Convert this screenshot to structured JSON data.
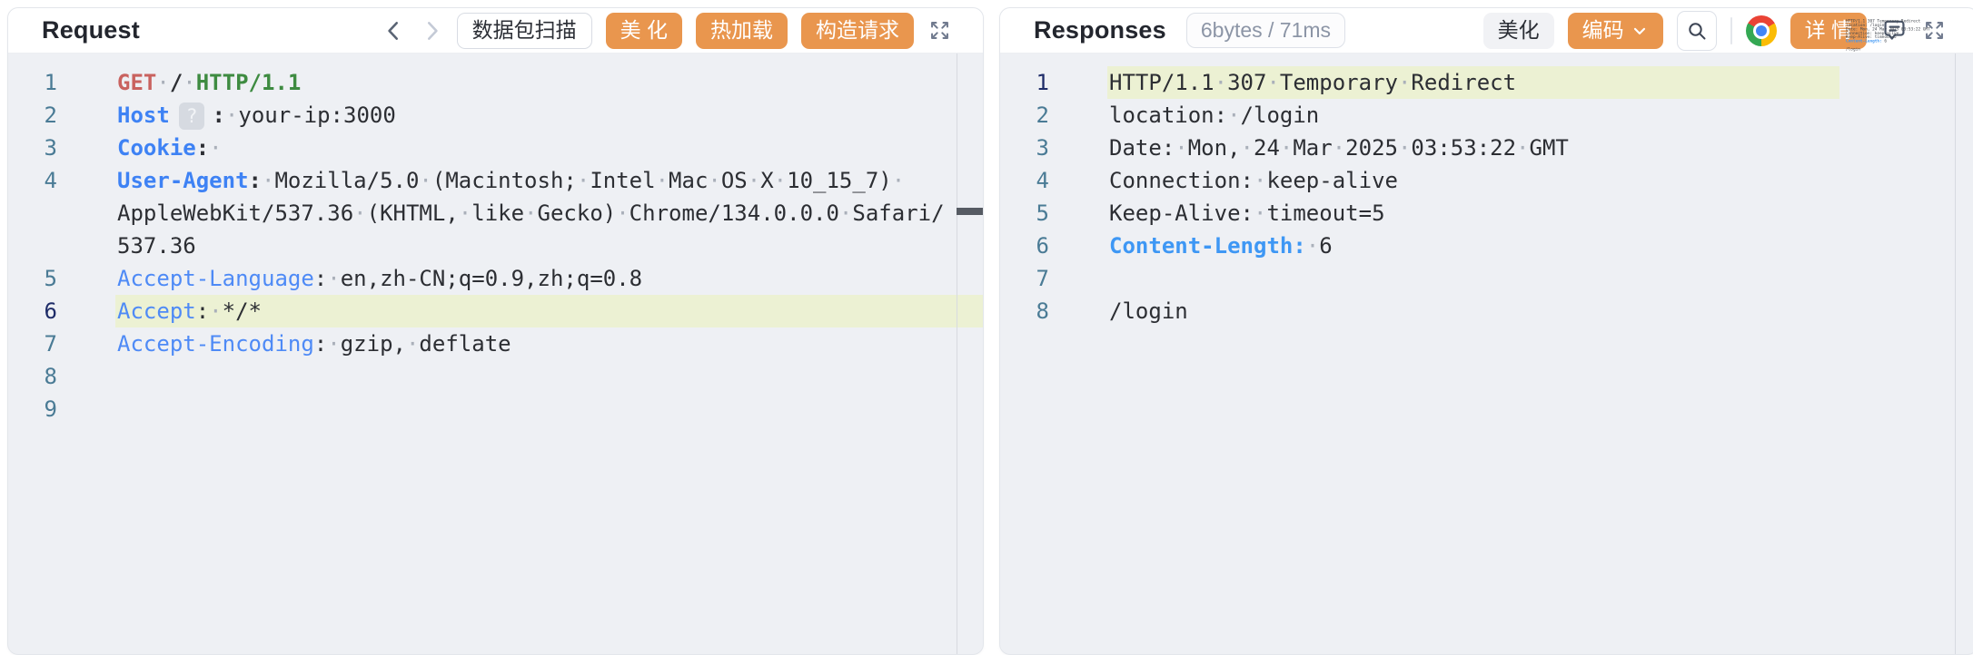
{
  "left_panel": {
    "title": "Request",
    "toolbar": {
      "scan_label": "数据包扫描",
      "beautify_label": "美 化",
      "hot_reload_label": "热加载",
      "construct_label": "构造请求"
    },
    "code": {
      "lines": [
        {
          "n": "1",
          "tokens": [
            {
              "c": "m",
              "t": "GET"
            },
            {
              "c": "p",
              "t": " "
            },
            {
              "c": "pb",
              "t": "/"
            },
            {
              "c": "p",
              "t": " "
            },
            {
              "c": "v",
              "t": "HTTP/1.1"
            }
          ]
        },
        {
          "n": "2",
          "tokens": [
            {
              "c": "kb",
              "t": "Host"
            },
            {
              "c": "q",
              "t": "?"
            },
            {
              "c": "pb",
              "t": ":"
            },
            {
              "c": "p",
              "t": " your-ip:3000"
            }
          ]
        },
        {
          "n": "3",
          "tokens": [
            {
              "c": "kb",
              "t": "Cookie"
            },
            {
              "c": "pb",
              "t": ":"
            },
            {
              "c": "p",
              "t": " "
            }
          ]
        },
        {
          "n": "4",
          "tokens": [
            {
              "c": "kb",
              "t": "User-Agent"
            },
            {
              "c": "pb",
              "t": ":"
            },
            {
              "c": "p",
              "t": " Mozilla/5.0 (Macintosh; Intel Mac OS X 10_15_7) AppleWebKit/537.36 (KHTML, like Gecko) Chrome/134.0.0.0 Safari/537.36"
            }
          ]
        },
        {
          "n": "5",
          "tokens": [
            {
              "c": "k",
              "t": "Accept-Language"
            },
            {
              "c": "p",
              "t": ": en,zh-CN;q=0.9,zh;q=0.8"
            }
          ]
        },
        {
          "n": "6",
          "hl": true,
          "active": true,
          "tokens": [
            {
              "c": "k",
              "t": "Accept"
            },
            {
              "c": "p",
              "t": ": */*"
            }
          ]
        },
        {
          "n": "7",
          "tokens": [
            {
              "c": "k",
              "t": "Accept-Encoding"
            },
            {
              "c": "p",
              "t": ": gzip, deflate"
            }
          ]
        },
        {
          "n": "8",
          "tokens": []
        },
        {
          "n": "9",
          "tokens": []
        }
      ]
    }
  },
  "right_panel": {
    "title": "Responses",
    "meta_badge": "6bytes / 71ms",
    "toolbar": {
      "beautify_label": "美化",
      "encoding_label": "编码",
      "details_label": "详 情"
    },
    "code": {
      "lines": [
        {
          "n": "1",
          "hl": true,
          "active": true,
          "tokens": [
            {
              "c": "p",
              "t": "HTTP/1.1 307 Temporary Redirect"
            }
          ]
        },
        {
          "n": "2",
          "tokens": [
            {
              "c": "p",
              "t": "location: /login"
            }
          ]
        },
        {
          "n": "3",
          "tokens": [
            {
              "c": "p",
              "t": "Date: Mon, 24 Mar 2025 03:53:22 GMT"
            }
          ]
        },
        {
          "n": "4",
          "tokens": [
            {
              "c": "p",
              "t": "Connection: keep-alive"
            }
          ]
        },
        {
          "n": "5",
          "tokens": [
            {
              "c": "p",
              "t": "Keep-Alive: timeout=5"
            }
          ]
        },
        {
          "n": "6",
          "tokens": [
            {
              "c": "kc",
              "t": "Content-Length:"
            },
            {
              "c": "p",
              "t": " 6"
            }
          ]
        },
        {
          "n": "7",
          "tokens": []
        },
        {
          "n": "8",
          "tokens": [
            {
              "c": "p",
              "t": "/login"
            }
          ]
        }
      ]
    }
  },
  "icons": {
    "nav_back": "chevron-left-icon",
    "nav_forward": "chevron-right-icon",
    "fullscreen": "expand-icon",
    "encoding_dropdown": "chevron-down-icon",
    "search": "search-icon",
    "browser": "chrome-icon",
    "comment": "comment-icon",
    "host_hint": "question-badge"
  },
  "colors": {
    "accent_orange": "#e9964e",
    "code_background": "#eef0f4",
    "highlight_line": "#ecf1d3",
    "key_blue_bold": "#3e82f4",
    "key_blue": "#4e8af6",
    "content_length_blue": "#3e97f4",
    "method_red": "#c9625f",
    "version_green": "#3e8b41",
    "value_dark": "#2c2e33",
    "line_number": "#4a7b95",
    "active_line_number": "#1e2c68",
    "whitespace_dot": "#aab0ba"
  }
}
